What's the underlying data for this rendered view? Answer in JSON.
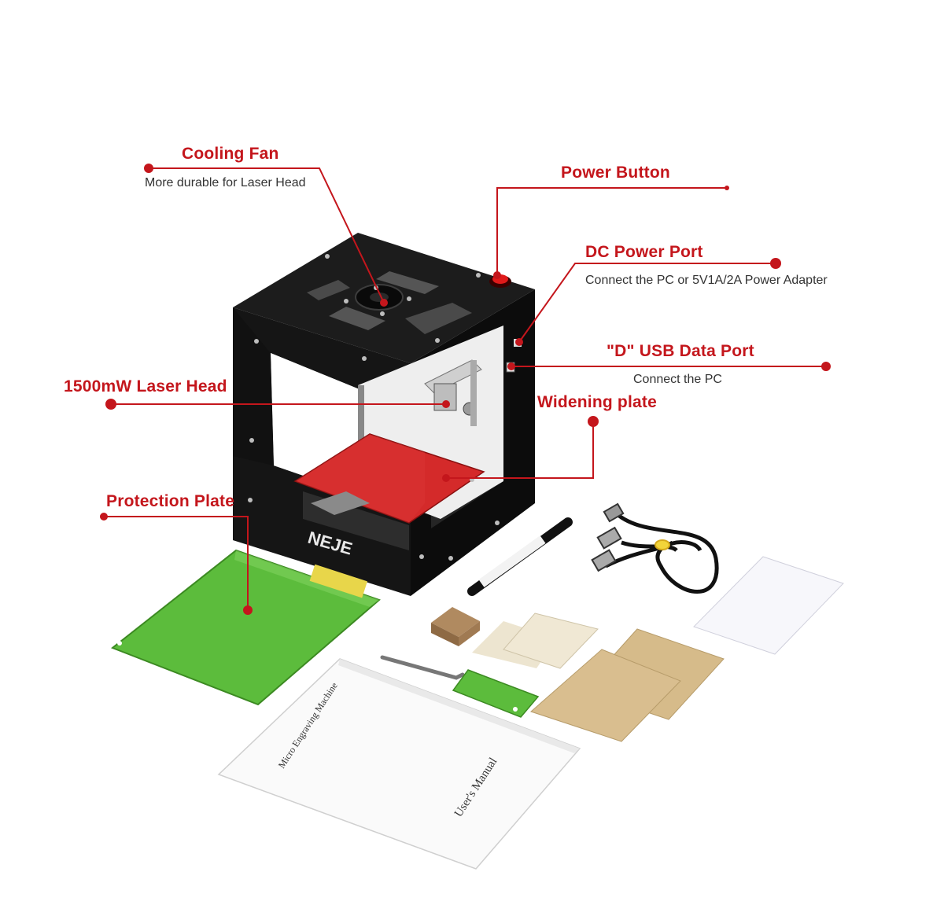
{
  "colors": {
    "accent": "#c4161c",
    "machine_body": "#151515",
    "bed": "#d42a2a",
    "protection_plate": "#5cbc3c",
    "subtext": "#333333"
  },
  "callouts": {
    "cooling_fan": {
      "title": "Cooling Fan",
      "subtitle": "More durable for Laser Head"
    },
    "power_button": {
      "title": "Power Button"
    },
    "dc_power_port": {
      "title": "DC Power Port",
      "subtitle": "Connect the PC or 5V1A/2A Power Adapter"
    },
    "usb_data_port": {
      "title": "\"D\" USB Data Port",
      "subtitle": "Connect the PC"
    },
    "laser_head": {
      "title": "1500mW Laser Head"
    },
    "widening_plate": {
      "title": "Widening plate"
    },
    "protection_plate": {
      "title": "Protection Plate"
    }
  },
  "product": {
    "brand": "NEJE",
    "manual_title": "Micro Engraving Machine",
    "manual_subtitle": "User's Manual"
  }
}
